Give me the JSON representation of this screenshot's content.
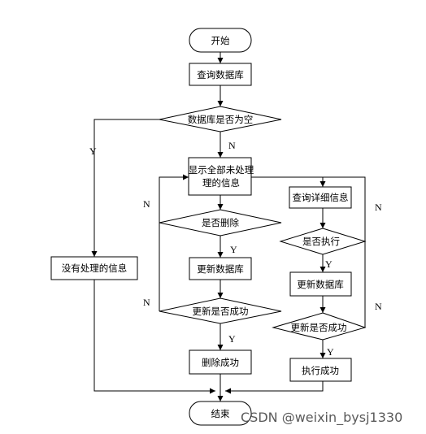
{
  "nodes": {
    "start": "开始",
    "query_db": "查询数据库",
    "db_empty": "数据库是否为空",
    "show_all_line1": "显示全部未处理",
    "show_all_line2": "理的信息",
    "delete_q": "是否删除",
    "update_db_left": "更新数据库",
    "update_ok_left": "更新是否成功",
    "delete_ok": "删除成功",
    "no_info": "没有处理的信息",
    "query_detail": "查询详细信息",
    "exec_q": "是否执行",
    "update_db_right": "更新数据库",
    "update_ok_right": "更新是否成功",
    "exec_ok": "执行成功",
    "end": "结束"
  },
  "labels": {
    "y_empty": "Y",
    "n_empty": "N",
    "n_delete": "N",
    "y_delete": "Y",
    "n_update_left": "N",
    "y_update_left": "Y",
    "n_exec": "N",
    "y_exec": "Y",
    "n_update_right": "N",
    "y_update_right": "Y"
  },
  "watermark": "CSDN @weixin_bysj1330"
}
